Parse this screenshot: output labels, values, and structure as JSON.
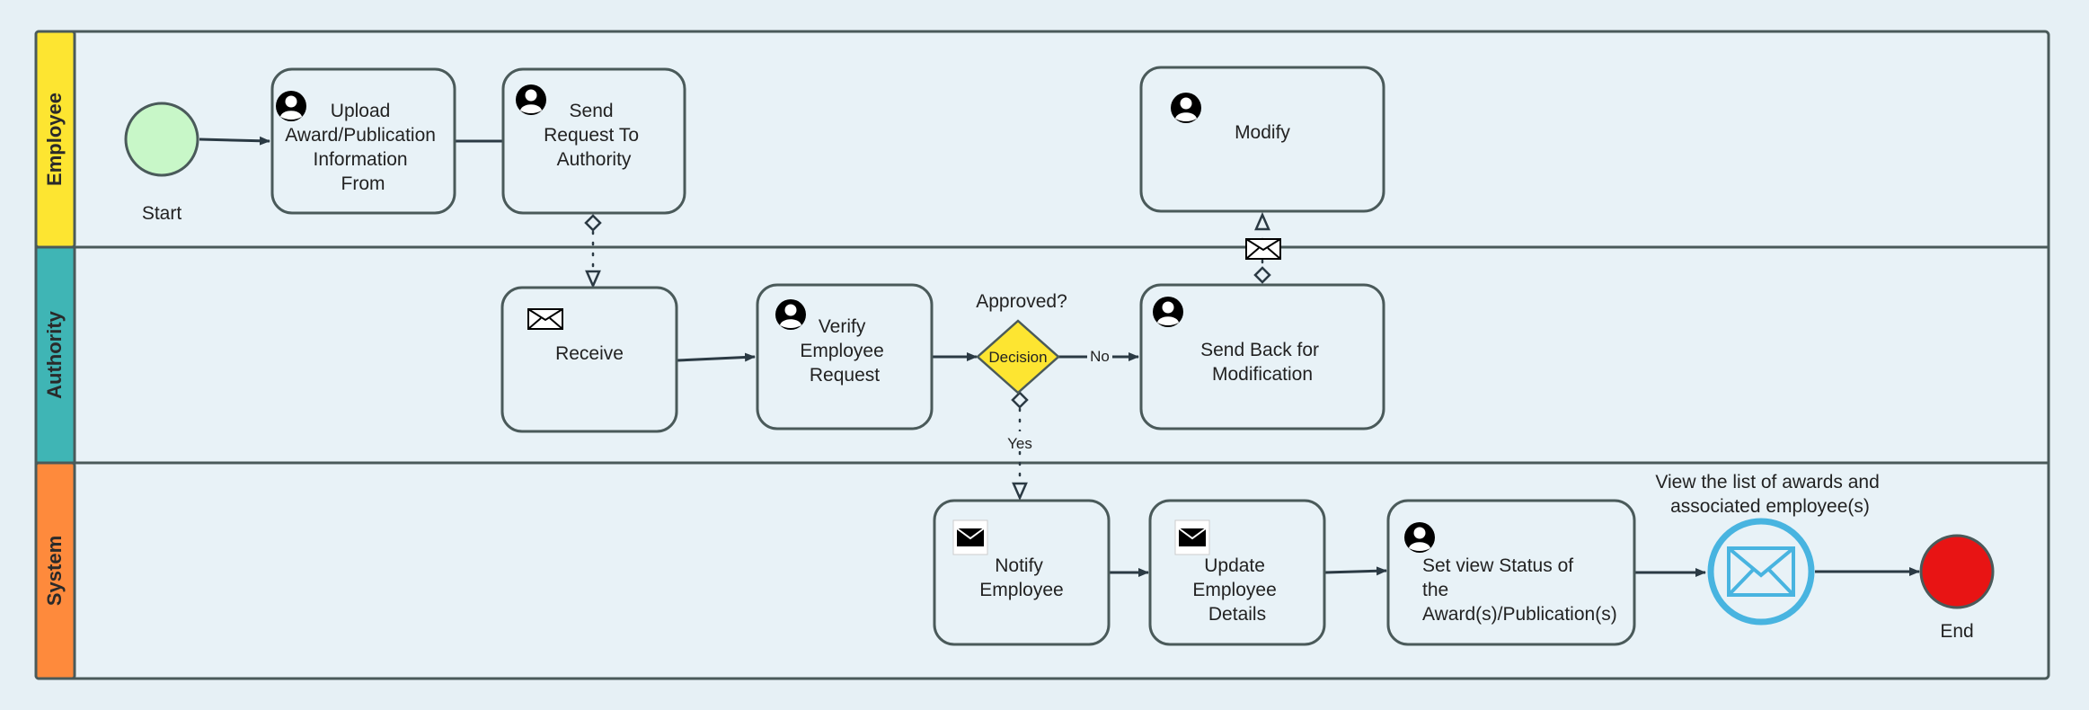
{
  "lanes": [
    {
      "label": "Employee",
      "color": "#fde531"
    },
    {
      "label": "Authority",
      "color": "#3fb5b5"
    },
    {
      "label": "System",
      "color": "#fe8a3c"
    }
  ],
  "tasks": {
    "upload": [
      "Upload",
      "Award/Publication",
      "Information",
      "From"
    ],
    "send_request": [
      "Send",
      "Request To",
      "Authority"
    ],
    "modify": [
      "Modify"
    ],
    "receive": [
      "Receive"
    ],
    "verify": [
      "Verify",
      "Employee",
      "Request"
    ],
    "send_back": [
      "Send Back  for",
      "Modification"
    ],
    "notify": [
      "Notify",
      "Employee"
    ],
    "update": [
      "Update",
      "Employee",
      "Details"
    ],
    "set_view": [
      "Set view Status of",
      "the",
      "Award(s)/Publication(s)"
    ]
  },
  "events": {
    "start_label": "Start",
    "end_label": "End",
    "intermediate_label": [
      "View the list of awards and",
      "associated employee(s)"
    ]
  },
  "gateway": {
    "label": "Decision",
    "question": "Approved?",
    "yes_label": "Yes",
    "no_label": "No"
  },
  "colors": {
    "start_fill": "#c8f7c8",
    "end_fill": "#e81414",
    "gateway_fill": "#fde531",
    "message_event_stroke": "#48b4e0"
  },
  "icons": [
    "user-icon",
    "envelope-icon"
  ]
}
